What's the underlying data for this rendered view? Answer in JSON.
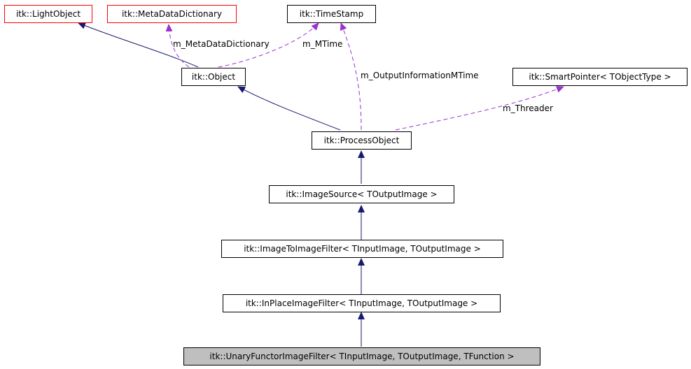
{
  "nodes": {
    "light_object": "itk::LightObject",
    "meta_data_dictionary": "itk::MetaDataDictionary",
    "time_stamp": "itk::TimeStamp",
    "object": "itk::Object",
    "smart_pointer": "itk::SmartPointer< TObjectType >",
    "process_object": "itk::ProcessObject",
    "image_source": "itk::ImageSource< TOutputImage >",
    "image_to_image_filter": "itk::ImageToImageFilter< TInputImage, TOutputImage >",
    "in_place_image_filter": "itk::InPlaceImageFilter< TInputImage, TOutputImage >",
    "unary_functor_image_filter": "itk::UnaryFunctorImageFilter< TInputImage, TOutputImage, TFunction >"
  },
  "edge_labels": {
    "meta_data_dictionary": "m_MetaDataDictionary",
    "mtime": "m_MTime",
    "output_information_mtime": "m_OutputInformationMTime",
    "threader": "m_Threader"
  },
  "colors": {
    "inheritance_edge": "#191970",
    "member_edge": "#9a32cd",
    "template_node_border": "#ff0000",
    "current_node_fill": "#bfbfbf"
  }
}
